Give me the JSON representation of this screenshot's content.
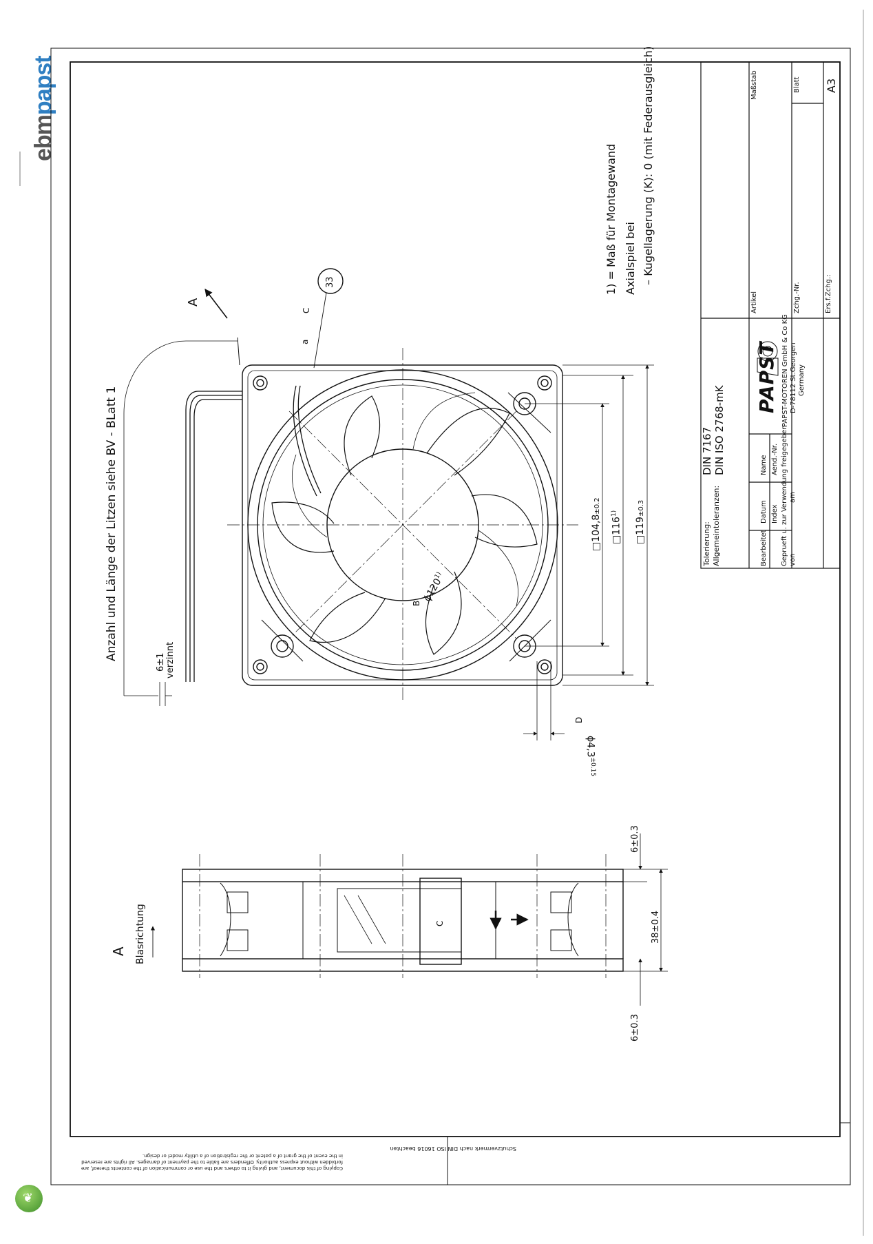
{
  "brand": {
    "part1": "ebm",
    "part2": "papst"
  },
  "drawing": {
    "litzen_note": "Anzahl und Länge der Litzen siehe BV - BLatt 1",
    "strip_length": "6±1",
    "strip_finish": "verzinnt",
    "view_letter": "A",
    "blow_direction": "Blasrichtung",
    "hole_dia": "ϕ4,3",
    "hole_tol": "±0.15",
    "dia_120": "ϕ120",
    "dim_104": "□104,8",
    "dim_104_tol": "±0.2",
    "dim_116": "□116",
    "dim_119": "□119",
    "dim_119_tol": "±0.3",
    "footnote_mark": "1)",
    "balloon_33": "33",
    "label_a": "a",
    "label_b": "B",
    "label_c": "C",
    "label_d": "D",
    "side_dim_top": "6±0.3",
    "side_dim_height": "38±0.4",
    "side_dim_bottom": "6±0.3"
  },
  "notes": {
    "note1": "1) = Maß für Montagewand",
    "note2": "Axialspiel bei",
    "note3": "– Kugellagerung (K): 0 (mit Federausgleich)"
  },
  "title_block": {
    "tolerierung_label": "Tolerierung:",
    "tolerierung_value": "DIN 7167",
    "allgemein_label": "Allgemeintoleranzen:",
    "allgemein_value": "DIN ISO 2768-mK",
    "bearbeitet": "Bearbeitet",
    "datum": "Datum",
    "name": "Name",
    "index": "Index",
    "aend_nr": "Aend.-Nr.",
    "geprueft": "Geprueft u. zur Verwendung freigegeben",
    "von": "von",
    "am": "am",
    "company_logo": "PAPST",
    "company_name": "PAPST-MOTOREN GmbH & Co KG",
    "company_addr": "D-78112 St.Georgen",
    "company_country": "Germany",
    "artikel": "Artikel",
    "zchg_nr": "Zchg.-Nr.",
    "ers_f_zchg": "Ers.f.Zchg.:",
    "massstab": "Maßstab",
    "blatt": "Blatt",
    "format": "A3"
  },
  "footer": {
    "copyright_1": "Copying of this document, and giving it to others and the use or communication of the contents thereof, are",
    "copyright_2": "forbidden without express authority. Offenders are liable to the payment of damages. All rights are reserved",
    "copyright_3": "in the event of the grant of a patent or the registration of a utility model or design.",
    "schutz": "Schutzvermerk nach DIN ISO 16016 beachten"
  }
}
